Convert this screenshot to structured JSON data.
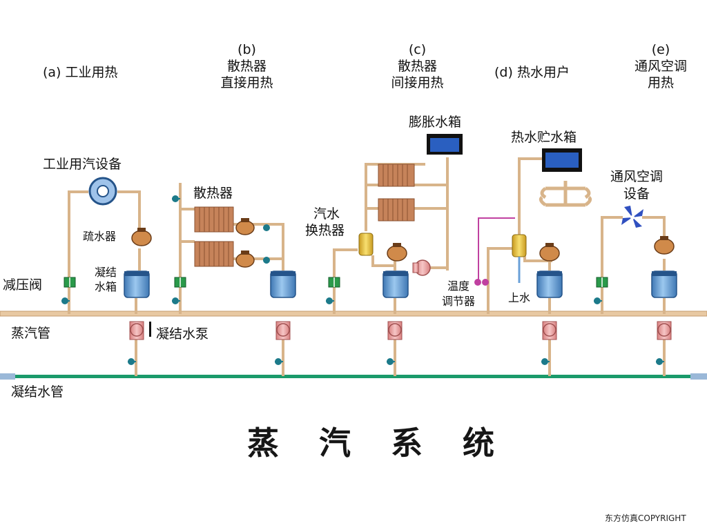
{
  "sections": [
    {
      "letter": "(a)",
      "title": "工业用热"
    },
    {
      "letter": "(b)",
      "title_line1": "散热器",
      "title_line2": "直接用热"
    },
    {
      "letter": "(c)",
      "title_line1": "散热器",
      "title_line2": "间接用热"
    },
    {
      "letter": "(d)",
      "title": "热水用户"
    },
    {
      "letter": "(e)",
      "title_line1": "通风空调",
      "title_line2": "用热"
    }
  ],
  "labels": {
    "industrial_equipment": "工业用汽设备",
    "radiator": "散热器",
    "steam_trap": "疏水器",
    "condensate_tank_line1": "凝结",
    "condensate_tank_line2": "水箱",
    "pressure_reducing_valve": "减压阀",
    "steam_pipe": "蒸汽管",
    "condensate_pump": "凝结水泵",
    "condensate_pipe": "凝结水管",
    "expansion_tank": "膨胀水箱",
    "heat_exchanger_line1": "汽水",
    "heat_exchanger_line2": "换热器",
    "temp_regulator_line1": "温度",
    "temp_regulator_line2": "调节器",
    "hot_water_tank": "热水贮水箱",
    "supply_water": "上水",
    "ventilation_equipment_line1": "通风空调",
    "ventilation_equipment_line2": "设备"
  },
  "title": "蒸汽系统",
  "copyright": "东方仿真COPYRIGHT",
  "colors": {
    "pipe": "#e8c9a3",
    "pipe_edge": "#c49a6c",
    "condensate_pipe": "#1a9a6a",
    "tank": "#7fb3e3",
    "tank_dark": "#2c5f93",
    "valve_green": "#2a9a4a",
    "valve_teal": "#1c7a8a",
    "pump": "#f0a8a8",
    "pump_dark": "#c06060",
    "radiator": "#c6835a",
    "trap": "#d08a4a",
    "exchanger": "#e8c040",
    "water_tank_fill": "#2a5fc0",
    "magenta": "#c040a0",
    "fan": "#3050c0"
  }
}
